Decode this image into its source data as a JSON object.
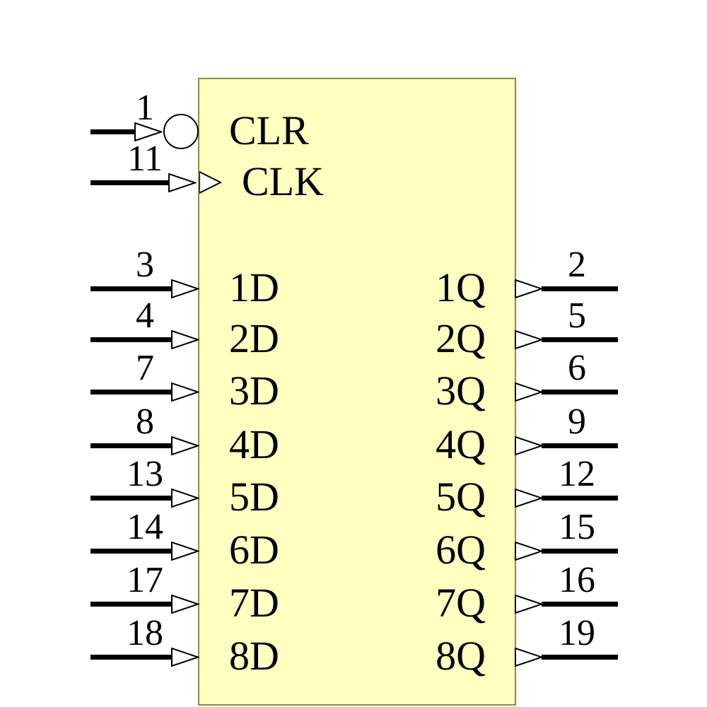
{
  "chip": {
    "description": "octal D flip-flop schematic symbol",
    "colors": {
      "body": "#FFFFC0",
      "border": "#8c8c46",
      "wire": "#000000"
    },
    "left_pins": [
      {
        "number": "1",
        "label": "CLR"
      },
      {
        "number": "11",
        "label": "CLK"
      },
      {
        "number": "3",
        "label": "1D"
      },
      {
        "number": "4",
        "label": "2D"
      },
      {
        "number": "7",
        "label": "3D"
      },
      {
        "number": "8",
        "label": "4D"
      },
      {
        "number": "13",
        "label": "5D"
      },
      {
        "number": "14",
        "label": "6D"
      },
      {
        "number": "17",
        "label": "7D"
      },
      {
        "number": "18",
        "label": "8D"
      }
    ],
    "right_pins": [
      {
        "number": "2",
        "label": "1Q"
      },
      {
        "number": "5",
        "label": "2Q"
      },
      {
        "number": "6",
        "label": "3Q"
      },
      {
        "number": "9",
        "label": "4Q"
      },
      {
        "number": "12",
        "label": "5Q"
      },
      {
        "number": "15",
        "label": "6Q"
      },
      {
        "number": "16",
        "label": "7Q"
      },
      {
        "number": "19",
        "label": "8Q"
      }
    ]
  }
}
